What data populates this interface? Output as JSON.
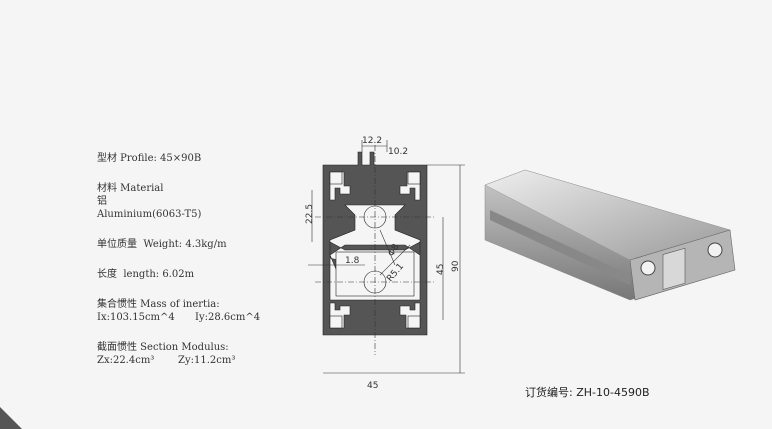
{
  "specs": {
    "profile": "型材 Profile: 45×90B",
    "material_label": "材料 Material",
    "material_cn": "铝",
    "material_value": "Aluminium(6063-T5)",
    "weight": "单位质量  Weight: 4.3kg/m",
    "length": "长度  length: 6.02m",
    "inertia_label": "集合惯性 Mass of inertia:",
    "ix": "Ix:103.15cm^4",
    "iy": "Iy:28.6cm^4",
    "modulus_label": "截面惯性 Section Modulus:",
    "zx": "Zx:22.4cm³",
    "zy": "Zy:11.2cm³"
  },
  "drawing": {
    "dim_slot": "12.2",
    "dim_slot2": "10.2",
    "dim_22_5": "22.5",
    "dim_1_8": "1.8",
    "dim_r8": "Φ8",
    "dim_r5_1": "R5.1",
    "dim_45_inner": "45",
    "dim_90": "90",
    "dim_45_bottom": "45"
  },
  "order_number": "订货编号: ZH-10-4590B"
}
